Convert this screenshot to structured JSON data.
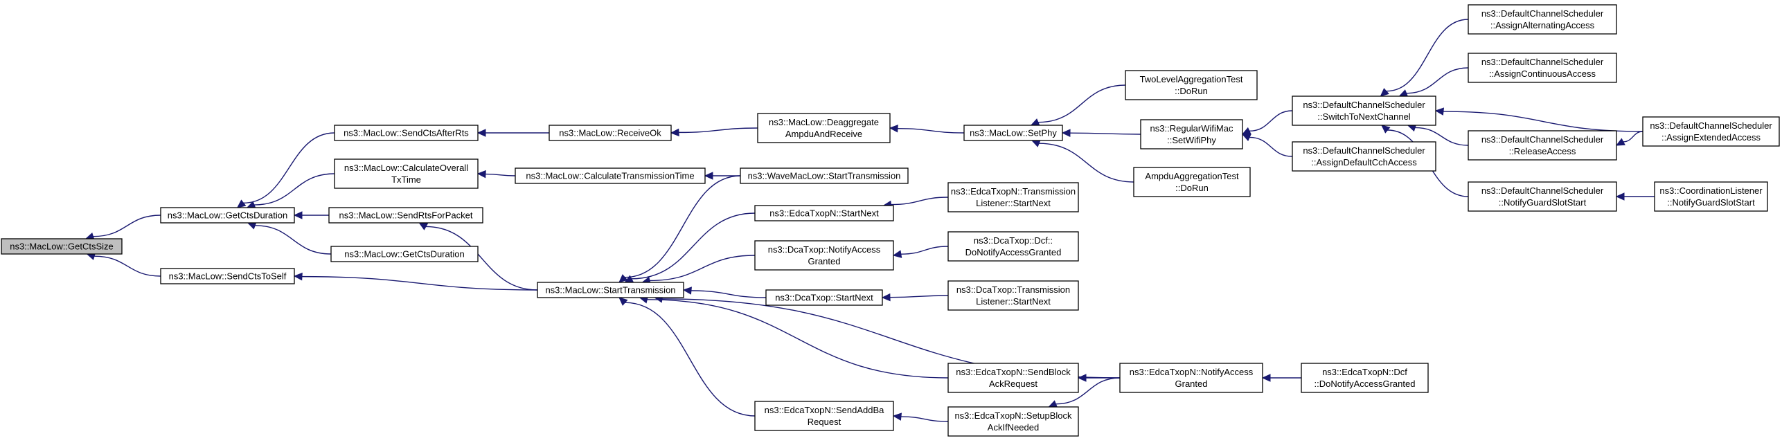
{
  "title": "",
  "colors": {
    "edge": "#191970",
    "root_fill": "#bfbfbf",
    "node_fill": "#ffffff",
    "border": "#000000"
  },
  "nodes": [
    {
      "id": "n0",
      "lines": [
        "ns3::MacLow::GetCtsSize"
      ],
      "root": true
    },
    {
      "id": "n1",
      "lines": [
        "ns3::MacLow::GetCtsDuration"
      ]
    },
    {
      "id": "n2",
      "lines": [
        "ns3::MacLow::SendCtsToSelf"
      ]
    },
    {
      "id": "n3",
      "lines": [
        "ns3::MacLow::SendCtsAfterRts"
      ]
    },
    {
      "id": "n4",
      "lines": [
        "ns3::MacLow::CalculateOverall",
        "TxTime"
      ]
    },
    {
      "id": "n5",
      "lines": [
        "ns3::MacLow::SendRtsForPacket"
      ]
    },
    {
      "id": "n6",
      "lines": [
        "ns3::MacLow::GetCtsDuration"
      ]
    },
    {
      "id": "n7",
      "lines": [
        "ns3::MacLow::StartTransmission"
      ]
    },
    {
      "id": "n8",
      "lines": [
        "ns3::MacLow::ReceiveOk"
      ]
    },
    {
      "id": "n9",
      "lines": [
        "ns3::MacLow::CalculateTransmissionTime"
      ]
    },
    {
      "id": "n10",
      "lines": [
        "ns3::MacLow::Deaggregate",
        "AmpduAndReceive"
      ]
    },
    {
      "id": "n11",
      "lines": [
        "ns3::WaveMacLow::StartTransmission"
      ]
    },
    {
      "id": "n12",
      "lines": [
        "ns3::EdcaTxopN::StartNext"
      ]
    },
    {
      "id": "n13",
      "lines": [
        "ns3::DcaTxop::NotifyAccess",
        "Granted"
      ]
    },
    {
      "id": "n14",
      "lines": [
        "ns3::DcaTxop::StartNext"
      ]
    },
    {
      "id": "n15",
      "lines": [
        "ns3::EdcaTxopN::SendBlock",
        "AckRequest"
      ]
    },
    {
      "id": "n16",
      "lines": [
        "ns3::EdcaTxopN::SendAddBa",
        "Request"
      ]
    },
    {
      "id": "n17",
      "lines": [
        "ns3::EdcaTxopN::SetupBlock",
        "AckIfNeeded"
      ]
    },
    {
      "id": "n18",
      "lines": [
        "ns3::MacLow::SetPhy"
      ]
    },
    {
      "id": "n19",
      "lines": [
        "ns3::EdcaTxopN::Transmission",
        "Listener::StartNext"
      ]
    },
    {
      "id": "n20",
      "lines": [
        "ns3::DcaTxop::Dcf::",
        "DoNotifyAccessGranted"
      ]
    },
    {
      "id": "n21",
      "lines": [
        "ns3::DcaTxop::Transmission",
        "Listener::StartNext"
      ]
    },
    {
      "id": "n22",
      "lines": [
        "ns3::EdcaTxopN::NotifyAccess",
        "Granted"
      ]
    },
    {
      "id": "n23",
      "lines": [
        "TwoLevelAggregationTest",
        "::DoRun"
      ]
    },
    {
      "id": "n24",
      "lines": [
        "ns3::RegularWifiMac",
        "::SetWifiPhy"
      ]
    },
    {
      "id": "n25",
      "lines": [
        "AmpduAggregationTest",
        "::DoRun"
      ]
    },
    {
      "id": "n26",
      "lines": [
        "ns3::EdcaTxopN::Dcf",
        "::DoNotifyAccessGranted"
      ]
    },
    {
      "id": "n27",
      "lines": [
        "ns3::DefaultChannelScheduler",
        "::SwitchToNextChannel"
      ]
    },
    {
      "id": "n28",
      "lines": [
        "ns3::DefaultChannelScheduler",
        "::AssignDefaultCchAccess"
      ]
    },
    {
      "id": "n29",
      "lines": [
        "ns3::DefaultChannelScheduler",
        "::AssignAlternatingAccess"
      ]
    },
    {
      "id": "n30",
      "lines": [
        "ns3::DefaultChannelScheduler",
        "::AssignContinuousAccess"
      ]
    },
    {
      "id": "n31",
      "lines": [
        "ns3::DefaultChannelScheduler",
        "::ReleaseAccess"
      ]
    },
    {
      "id": "n32",
      "lines": [
        "ns3::DefaultChannelScheduler",
        "::NotifyGuardSlotStart"
      ]
    },
    {
      "id": "n33",
      "lines": [
        "ns3::DefaultChannelScheduler",
        "::AssignExtendedAccess"
      ]
    },
    {
      "id": "n34",
      "lines": [
        "ns3::CoordinationListener",
        "::NotifyGuardSlotStart"
      ]
    }
  ],
  "edges": [
    {
      "from": "n1",
      "to": "n0"
    },
    {
      "from": "n2",
      "to": "n0"
    },
    {
      "from": "n3",
      "to": "n1"
    },
    {
      "from": "n4",
      "to": "n1"
    },
    {
      "from": "n5",
      "to": "n1"
    },
    {
      "from": "n6",
      "to": "n1"
    },
    {
      "from": "n7",
      "to": "n2"
    },
    {
      "from": "n8",
      "to": "n3"
    },
    {
      "from": "n9",
      "to": "n4"
    },
    {
      "from": "n7",
      "to": "n5"
    },
    {
      "from": "n10",
      "to": "n8"
    },
    {
      "from": "n11",
      "to": "n9"
    },
    {
      "from": "n18",
      "to": "n10"
    },
    {
      "from": "n11",
      "to": "n7"
    },
    {
      "from": "n12",
      "to": "n7"
    },
    {
      "from": "n13",
      "to": "n7"
    },
    {
      "from": "n14",
      "to": "n7"
    },
    {
      "from": "n22",
      "to": "n7"
    },
    {
      "from": "n15",
      "to": "n7"
    },
    {
      "from": "n16",
      "to": "n7"
    },
    {
      "from": "n19",
      "to": "n12"
    },
    {
      "from": "n20",
      "to": "n13"
    },
    {
      "from": "n21",
      "to": "n14"
    },
    {
      "from": "n22",
      "to": "n15"
    },
    {
      "from": "n17",
      "to": "n16"
    },
    {
      "from": "n22",
      "to": "n17"
    },
    {
      "from": "n23",
      "to": "n18"
    },
    {
      "from": "n24",
      "to": "n18"
    },
    {
      "from": "n25",
      "to": "n18"
    },
    {
      "from": "n26",
      "to": "n22"
    },
    {
      "from": "n27",
      "to": "n24"
    },
    {
      "from": "n28",
      "to": "n24"
    },
    {
      "from": "n29",
      "to": "n27"
    },
    {
      "from": "n30",
      "to": "n27"
    },
    {
      "from": "n31",
      "to": "n27"
    },
    {
      "from": "n32",
      "to": "n27"
    },
    {
      "from": "n33",
      "to": "n27"
    },
    {
      "from": "n33",
      "to": "n31"
    },
    {
      "from": "n34",
      "to": "n32"
    }
  ]
}
